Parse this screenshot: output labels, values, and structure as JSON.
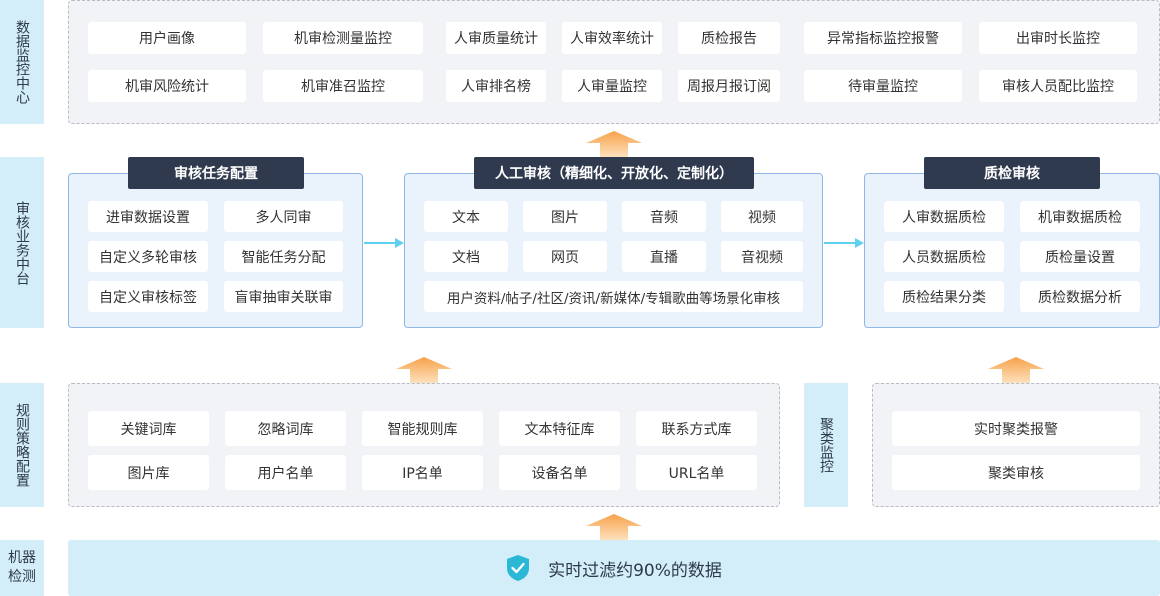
{
  "side_labels": {
    "data_monitor": "数据监控中心",
    "audit_platform": "审核业务中台",
    "rules": "规则策略配置",
    "machine": "机器检测"
  },
  "monitor": {
    "row1": [
      "用户画像",
      "机审检测量监控",
      "人审质量统计",
      "人审效率统计",
      "质检报告",
      "异常指标监控报警",
      "出审时长监控"
    ],
    "row2": [
      "机审风险统计",
      "机审准召监控",
      "人审排名榜",
      "人审量监控",
      "周报月报订阅",
      "待审量监控",
      "审核人员配比监控"
    ]
  },
  "task_config": {
    "title": "审核任务配置",
    "items": [
      "进审数据设置",
      "多人同审",
      "自定义多轮审核",
      "智能任务分配",
      "自定义审核标签",
      "盲审抽审关联审"
    ]
  },
  "manual_review": {
    "title": "人工审核（精细化、开放化、定制化）",
    "items": [
      "文本",
      "图片",
      "音频",
      "视频",
      "文档",
      "网页",
      "直播",
      "音视频"
    ],
    "wide_item": "用户资料/帖子/社区/资讯/新媒体/专辑歌曲等场景化审核"
  },
  "quality_check": {
    "title": "质检审核",
    "items": [
      "人审数据质检",
      "机审数据质检",
      "人员数据质检",
      "质检量设置",
      "质检结果分类",
      "质检数据分析"
    ]
  },
  "rules": {
    "row1": [
      "关键词库",
      "忽略词库",
      "智能规则库",
      "文本特征库",
      "联系方式库"
    ],
    "row2": [
      "图片库",
      "用户名单",
      "IP名单",
      "设备名单",
      "URL名单"
    ]
  },
  "cluster": {
    "label": "聚类监控",
    "items": [
      "实时聚类报警",
      "聚类审核"
    ]
  },
  "machine": {
    "text": "实时过滤约90%的数据",
    "icon": "shield-check-icon"
  },
  "colors": {
    "side_bg": "#d4eef9",
    "panel_border": "#8fb8e6",
    "title_bg": "#2f3a4e",
    "arrow": "#f9a64a",
    "connector": "#5fd0f0",
    "shield": "#2bb8d6"
  }
}
